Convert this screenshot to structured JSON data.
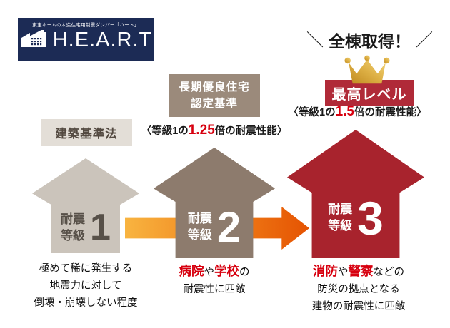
{
  "logo": {
    "tagline": "東宝ホームの木造住宅用制震ダンパー「ハート」",
    "title": "H.E.A.R.T"
  },
  "award": {
    "slash_left": "＼",
    "banner": "全棟取得！",
    "slash_right": "／",
    "badge": "最高レベル"
  },
  "colors": {
    "logo_navy": "#1c2b55",
    "accent_red": "#d7000f",
    "badge_red": "#b02a38",
    "house1": "#cbc4bb",
    "house2": "#8d7b6d",
    "house3": "#a8232d",
    "arrow_gradient_start": "#f8b440",
    "arrow_gradient_end": "#e55302"
  },
  "levels": [
    {
      "badge": "建築基準法",
      "grade_label_1": "耐震",
      "grade_label_2": "等級",
      "grade_number": "1",
      "desc_line1": "極めて稀に発生する",
      "desc_line2": "地震力に対して",
      "desc_line3": "倒壊・崩壊しない程度"
    },
    {
      "badge_line1": "長期優良住宅",
      "badge_line2": "認定基準",
      "note_prefix": "〈等級1の",
      "note_value": "1.25",
      "note_suffix": "倍の耐震性能〉",
      "grade_label_1": "耐震",
      "grade_label_2": "等級",
      "grade_number": "2",
      "desc_red1": "病院",
      "desc_mid": "や",
      "desc_red2": "学校",
      "desc_tail": "の",
      "desc_line2": "耐震性に匹敵"
    },
    {
      "note_prefix": "〈等級1の",
      "note_value": "1.5",
      "note_suffix": "倍の耐震性能〉",
      "grade_label_1": "耐震",
      "grade_label_2": "等級",
      "grade_number": "3",
      "desc_red1": "消防",
      "desc_mid": "や",
      "desc_red2": "警察",
      "desc_tail": "などの",
      "desc_line2": "防災の拠点となる",
      "desc_line3": "建物の耐震性に匹敵"
    }
  ]
}
